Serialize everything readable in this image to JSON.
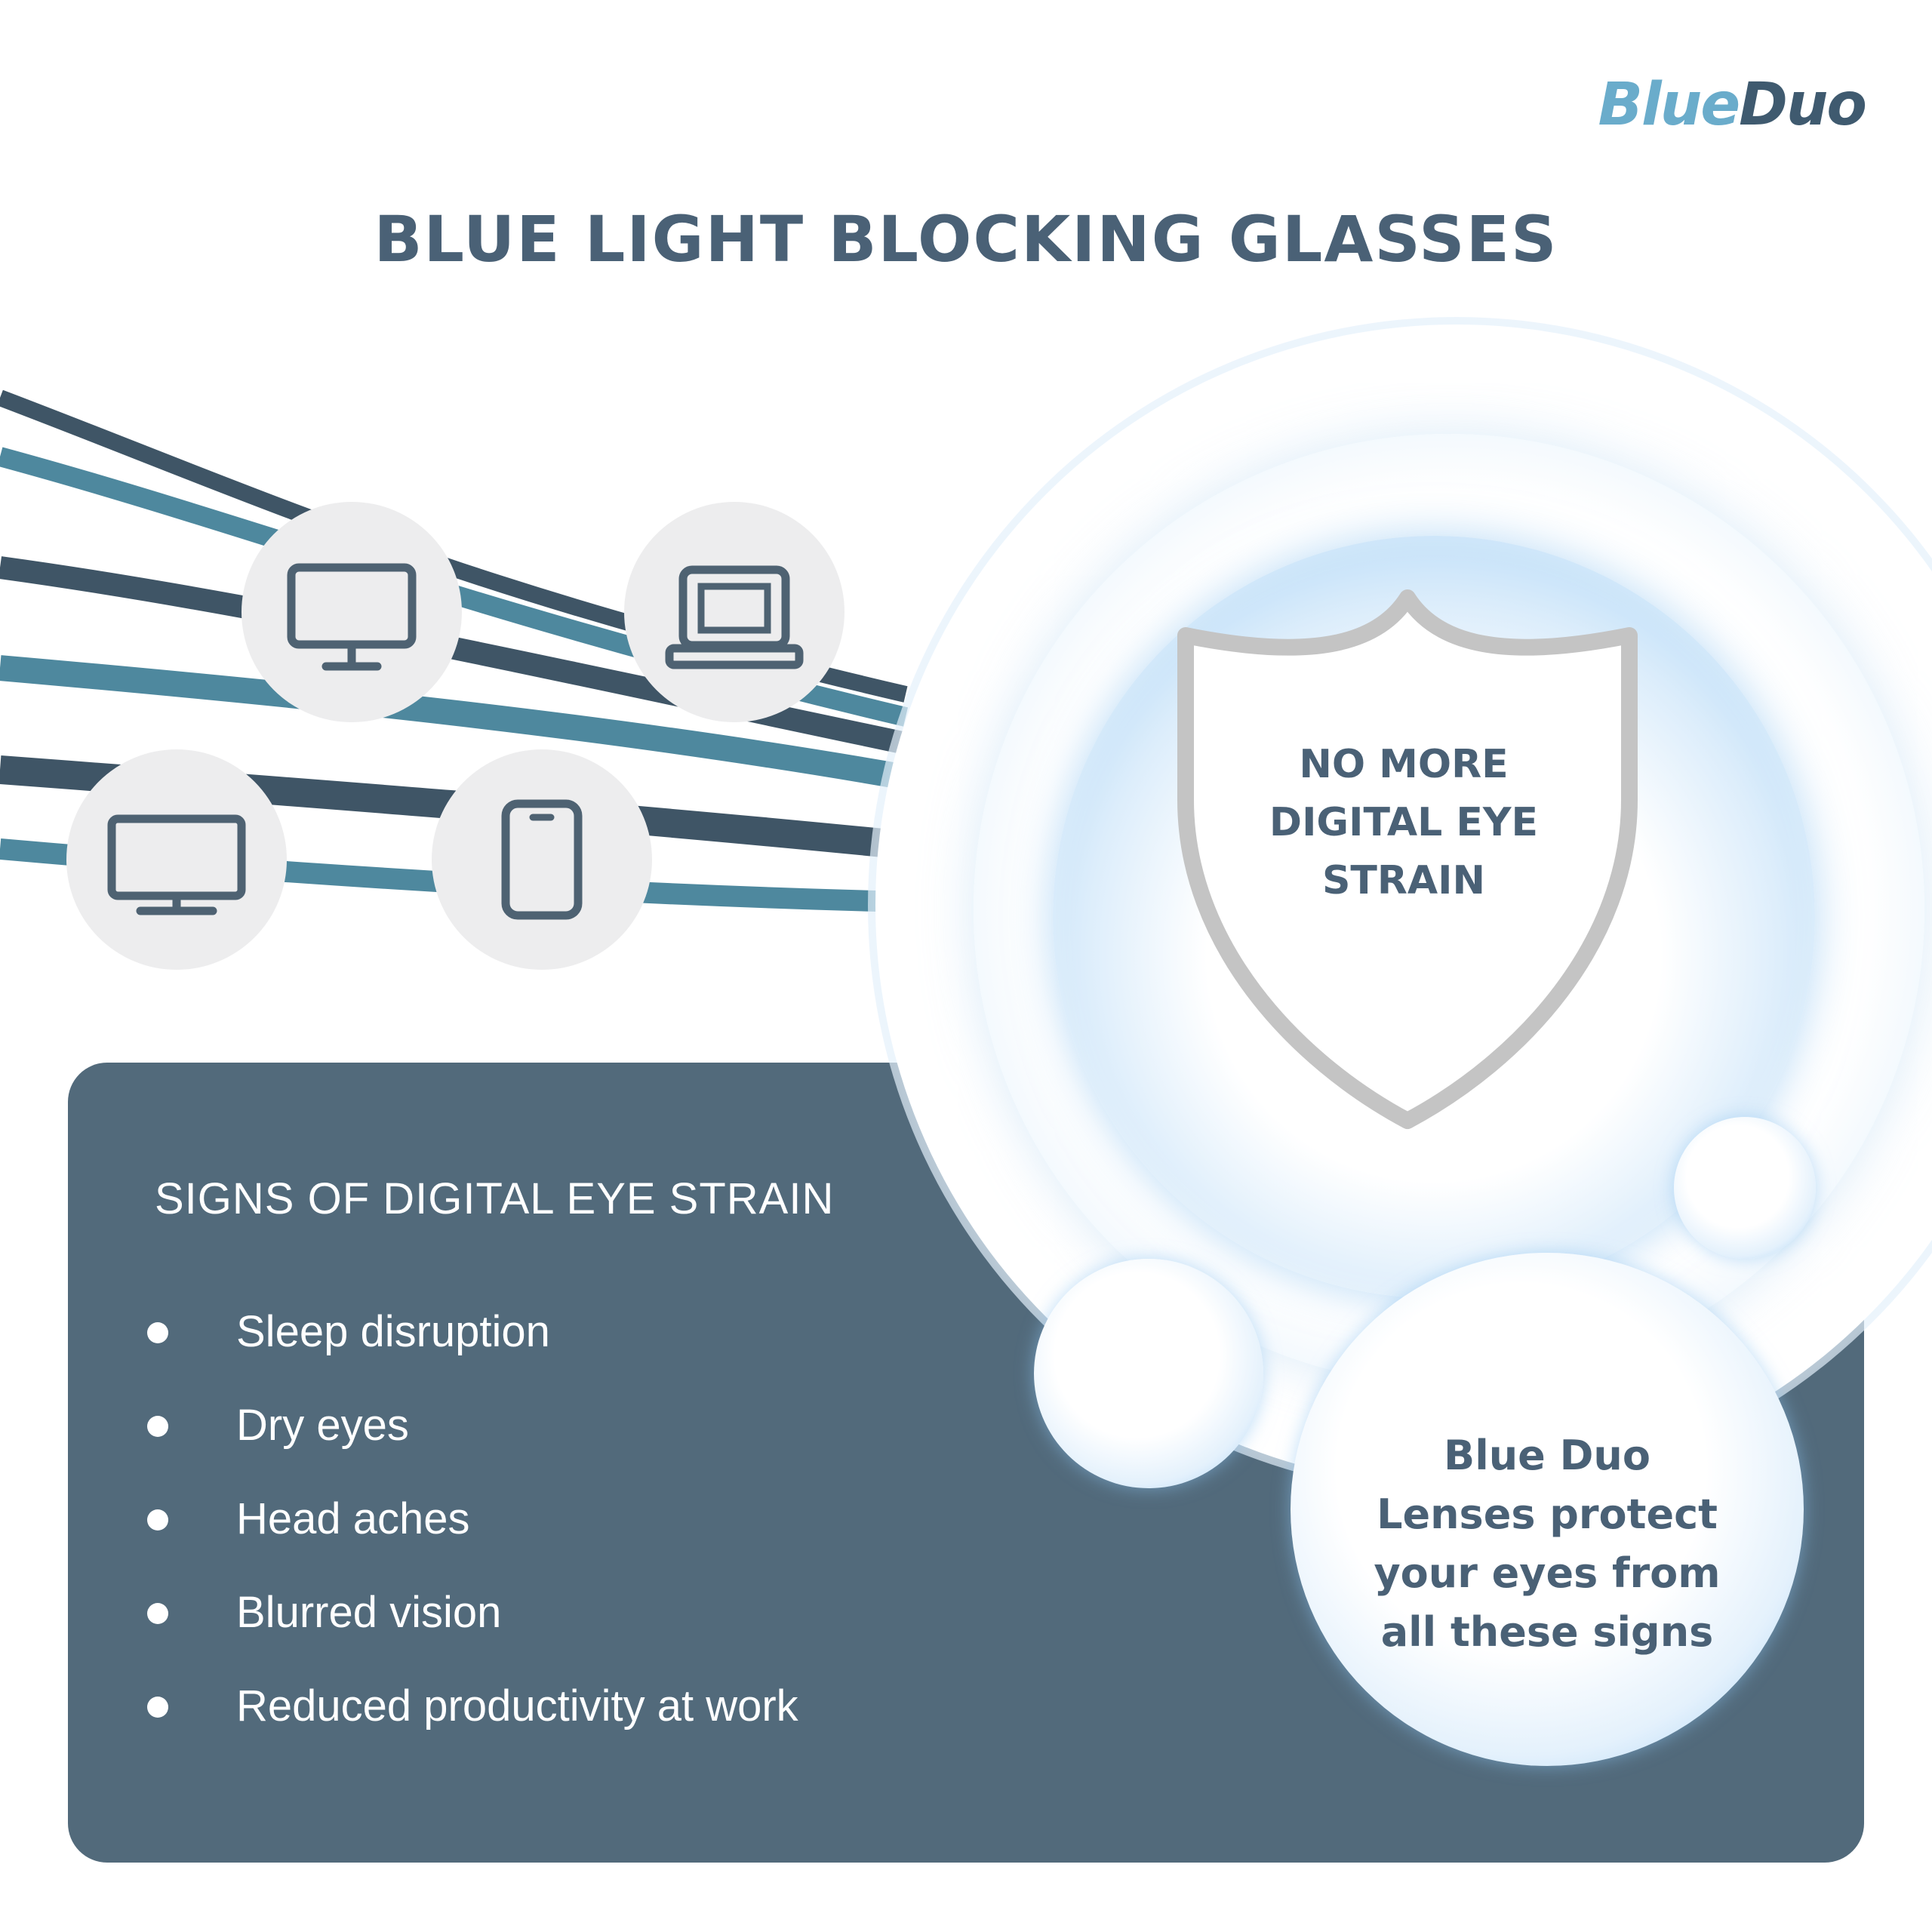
{
  "brand": {
    "logo_part1": "Blue",
    "logo_part2": "Duo",
    "logo_color_blue": "#6aaccb",
    "logo_color_dark": "#3f5a6f"
  },
  "title": "BLUE LIGHT BLOCKING GLASSES",
  "devices": [
    {
      "icon": "desktop-monitor-icon"
    },
    {
      "icon": "laptop-icon"
    },
    {
      "icon": "tv-icon"
    },
    {
      "icon": "smartphone-icon"
    }
  ],
  "shield": {
    "line1": "NO MORE",
    "line2": "DIGITAL EYE",
    "line3": "STRAIN"
  },
  "signs": {
    "heading": "SIGNS OF DIGITAL EYE STRAIN",
    "items": [
      "Sleep disruption",
      "Dry eyes",
      "Head aches",
      "Blurred vision",
      "Reduced productivity at work"
    ]
  },
  "protect": {
    "line1": "Blue Duo",
    "line2": "Lenses protect",
    "line3": "your eyes from",
    "line4": "all these signs"
  },
  "colors": {
    "text_dark": "#4a6176",
    "panel": "#526a7b",
    "wave_dark": "#3f5566",
    "wave_teal": "#4e889e",
    "device_circle": "#ededee",
    "icon_stroke": "#4e6272"
  }
}
